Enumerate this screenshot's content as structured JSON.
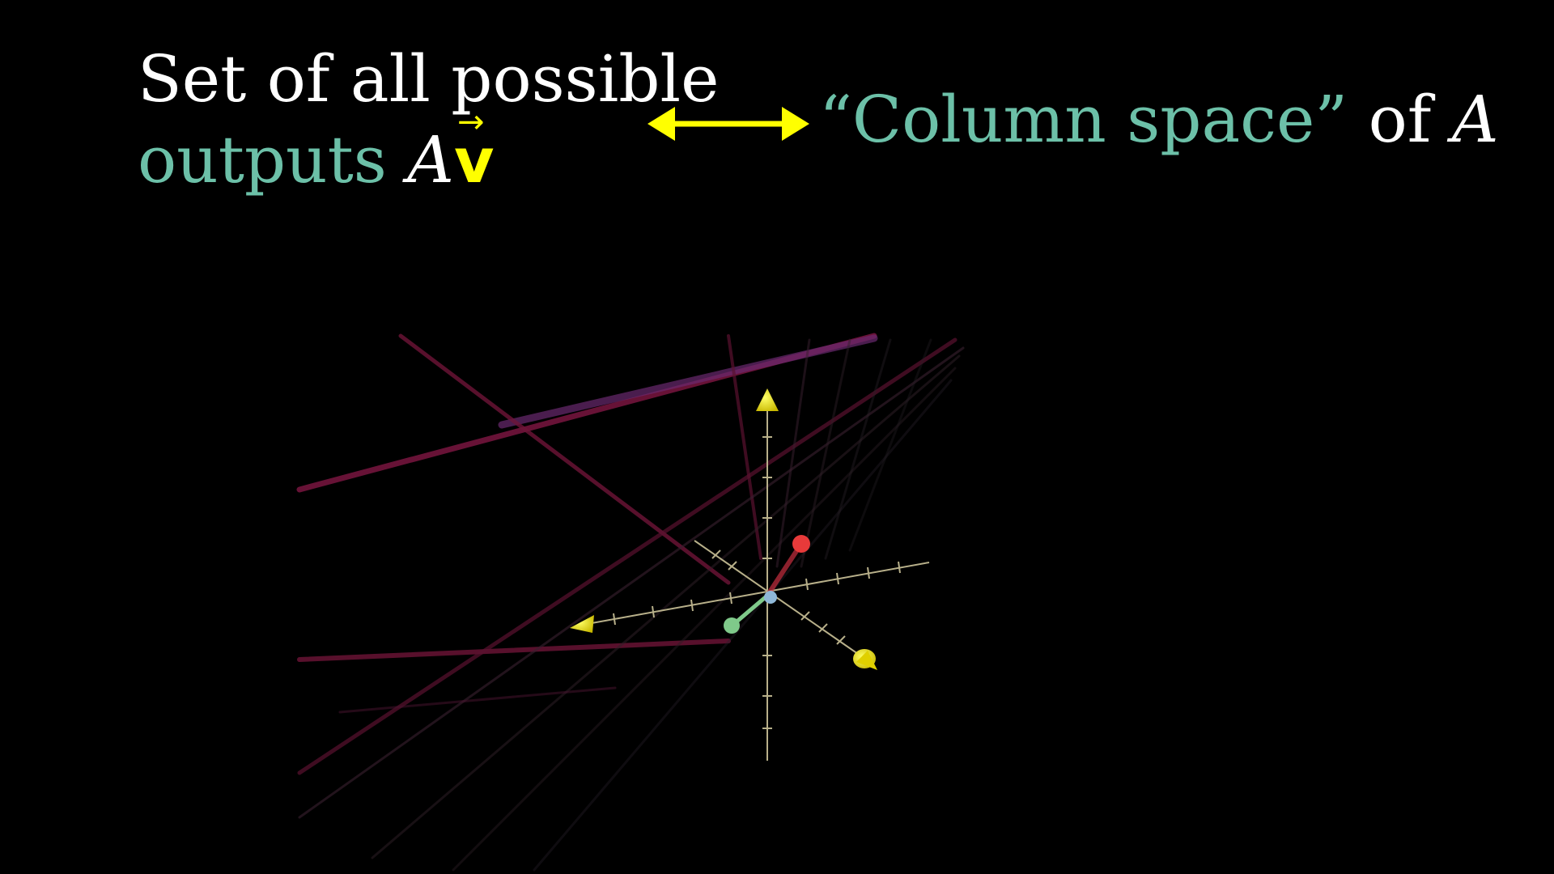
{
  "heading": {
    "left_line1": "Set of all possible",
    "left_line2_word": "outputs",
    "left_line2_matrix": "A",
    "left_line2_vector": "v",
    "vector_arrow_glyph": "→",
    "right_quote": "“Column space”",
    "right_of": "of",
    "right_matrix": "A"
  },
  "colors": {
    "background": "#000000",
    "text_white": "#FFFFFF",
    "text_teal": "#6CC0A8",
    "accent_yellow": "#FFFF00",
    "axis_color": "#B8B08A",
    "plane_lines": "#8A1A4A",
    "basis_red": "#E83A3A",
    "basis_green": "#7FC98A",
    "basis_blue": "#8FB8D8"
  },
  "icons": {
    "double_arrow": "double-headed-arrow-icon"
  }
}
